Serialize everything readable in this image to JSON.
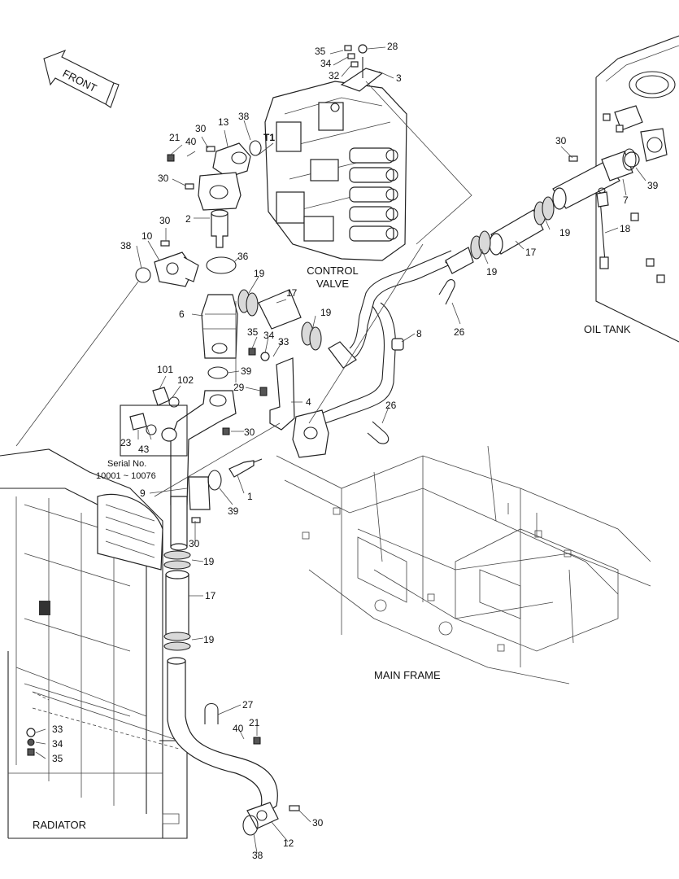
{
  "front_arrow": {
    "text": "FRONT"
  },
  "area_labels": {
    "control_valve": [
      "CONTROL",
      "VALVE"
    ],
    "oil_tank": "OIL TANK",
    "main_frame": "MAIN FRAME",
    "radiator": "RADIATOR"
  },
  "serial_note": {
    "line1": "Serial No.",
    "line2": "10001 ~ 10076"
  },
  "port_label": "T1",
  "callouts": [
    "35",
    "34",
    "32",
    "28",
    "3",
    "38",
    "13",
    "30",
    "21",
    "40",
    "T1",
    "30",
    "2",
    "30",
    "10",
    "38",
    "36",
    "19",
    "17",
    "6",
    "35",
    "34",
    "33",
    "19",
    "8",
    "26",
    "30",
    "7",
    "39",
    "19",
    "17",
    "19",
    "18",
    "39",
    "101",
    "102",
    "29",
    "4",
    "26",
    "23",
    "43",
    "30",
    "9",
    "1",
    "39",
    "30",
    "19",
    "17",
    "19",
    "27",
    "40",
    "21",
    "33",
    "34",
    "35",
    "30",
    "12",
    "38"
  ],
  "colors": {
    "line": "#222222",
    "fill": "#ffffff",
    "shade": "#d9d9d9"
  }
}
